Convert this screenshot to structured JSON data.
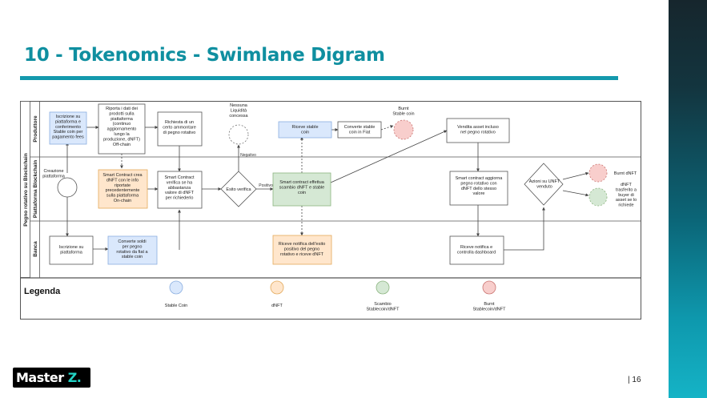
{
  "slide": {
    "title": "10 - Tokenomics - Swimlane Digram",
    "page_number": "| 16",
    "logo": {
      "main": "Master ",
      "accent": "Z."
    },
    "accent_color": "#1499ad"
  },
  "diagram": {
    "pool_label": "Pegno rotativo su Blockchain",
    "lanes": [
      "Produttore",
      "Piattaforma Blockchain",
      "Banca"
    ],
    "nodes": {
      "iscrizione_conferimento": [
        "Iscrizione su",
        "piattaforma e",
        "conferimento",
        "Stable coin per",
        "pagamento fees"
      ],
      "riporta_dati": [
        "Riporta i dati dei",
        "prodotti sulla",
        "piattaforma",
        "(continuo",
        "aggiornamento",
        "lungo la",
        "produzione, dNFT)",
        "Off-chain"
      ],
      "richiesta_ammontare": [
        "Richiesta di un",
        "certo ammontare",
        "di pegno rotativo"
      ],
      "nessuna_liquidita": [
        "Nessuna",
        "Liquidità",
        "concessa"
      ],
      "riceve_stable": [
        "Riceve stable",
        "coin"
      ],
      "converte_fiat": [
        "Converte stable",
        "coin in Fiat"
      ],
      "burnt_stable": [
        "Burnt",
        "Stable coin"
      ],
      "vendita_asset": [
        "Vendita asset incluso",
        "nel pegno rotativo"
      ],
      "creazione_piattaforma": [
        "Creazione",
        "piattaforma"
      ],
      "smart_contract_crea": [
        "Smart Contract crea",
        "dNFT con le info",
        "riportate",
        "precedentemente",
        "sulla piattaforma",
        "On-chain"
      ],
      "smart_contract_verifica": [
        "Smart Contract",
        "verifica se ha",
        "abbastanza",
        "valore di dNFT",
        "per richiederlo"
      ],
      "esito_verifica": [
        "Esito verifica"
      ],
      "label_negativo": "Negativo",
      "label_positivo": "Positivo",
      "smart_contract_effettua": [
        "Smart contract effettua",
        "scambio dNFT e stable",
        "coin"
      ],
      "smart_contract_aggiorna": [
        "Smart contract aggiorna",
        "pegno rotativo con",
        "dNFT dello stesso",
        "valore"
      ],
      "azioni_unft": [
        "Azioni su UNFT",
        "venduto"
      ],
      "burnt_dnft": [
        "Burnt dNFT"
      ],
      "dnft_trasferito": [
        "dNFT",
        "trasferito a",
        "buyer di",
        "asset se lo",
        "richiede"
      ],
      "iscrizione_banca": [
        "Iscrizione su",
        "piattaforma"
      ],
      "converte_soldi": [
        "Converte soldi",
        "per pegno",
        "rotativo da fiat a",
        "stable coin"
      ],
      "riceve_notifica_esito": [
        "Riceve notifica dell'esito",
        "positivo del pegno",
        "rotativo e riceve dNFT"
      ],
      "riceve_notifica_dashboard": [
        "Riceve notifica e",
        "controlla dashboard"
      ]
    },
    "legend": {
      "title": "Legenda",
      "items": [
        {
          "label": [
            "Stable Coin"
          ],
          "color": "#dae8fc",
          "stroke": "#8aaee0"
        },
        {
          "label": [
            "dNFT"
          ],
          "color": "#ffe6cc",
          "stroke": "#e3a95a"
        },
        {
          "label": [
            "Scambio",
            "Stablecoin/dNFT"
          ],
          "color": "#d5e8d4",
          "stroke": "#8bb47f"
        },
        {
          "label": [
            "Burnt",
            "Stablecoin/dNFT"
          ],
          "color": "#f8cecc",
          "stroke": "#c97370"
        }
      ]
    },
    "colors": {
      "stable": "#dae8fc",
      "dnft": "#ffe6cc",
      "swap": "#d5e8d4",
      "burnt": "#f8cecc"
    }
  }
}
